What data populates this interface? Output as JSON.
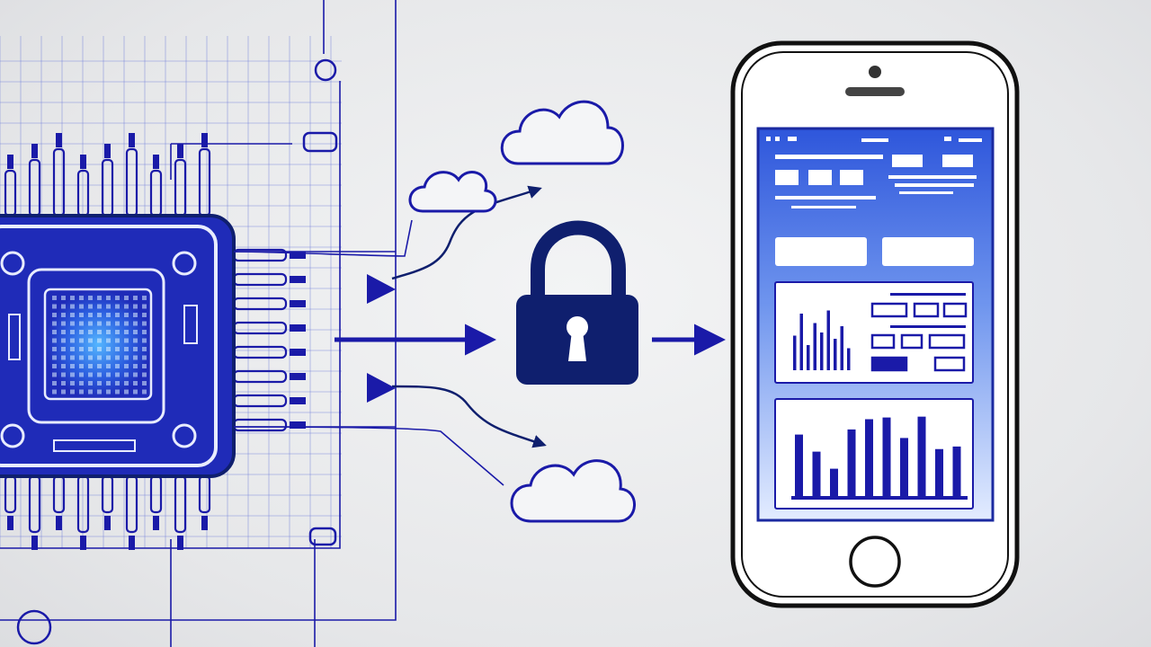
{
  "colors": {
    "background": "#eceef0",
    "ink": "#1a1aa8",
    "ink_dark": "#0f1f6e",
    "chip_fill": "#1f2bb8",
    "chip_core_glow": "#3aa0ff",
    "phone_outline": "#111111",
    "screen_top": "#2a4fd8",
    "screen_bottom": "#dfe9ff"
  },
  "icons": {
    "chip": "circuit-chip-icon",
    "lock": "padlock-icon",
    "cloud": "cloud-icon",
    "phone": "smartphone-icon",
    "arrow": "arrow-right-icon"
  },
  "phone_screen": {
    "waveform_levels": [
      0.55,
      0.9,
      0.4,
      0.75,
      0.6,
      0.95,
      0.5,
      0.7,
      0.35
    ],
    "bar_chart_levels": [
      0.72,
      0.52,
      0.32,
      0.78,
      0.9,
      0.92,
      0.68,
      0.93,
      0.55,
      0.58
    ]
  }
}
